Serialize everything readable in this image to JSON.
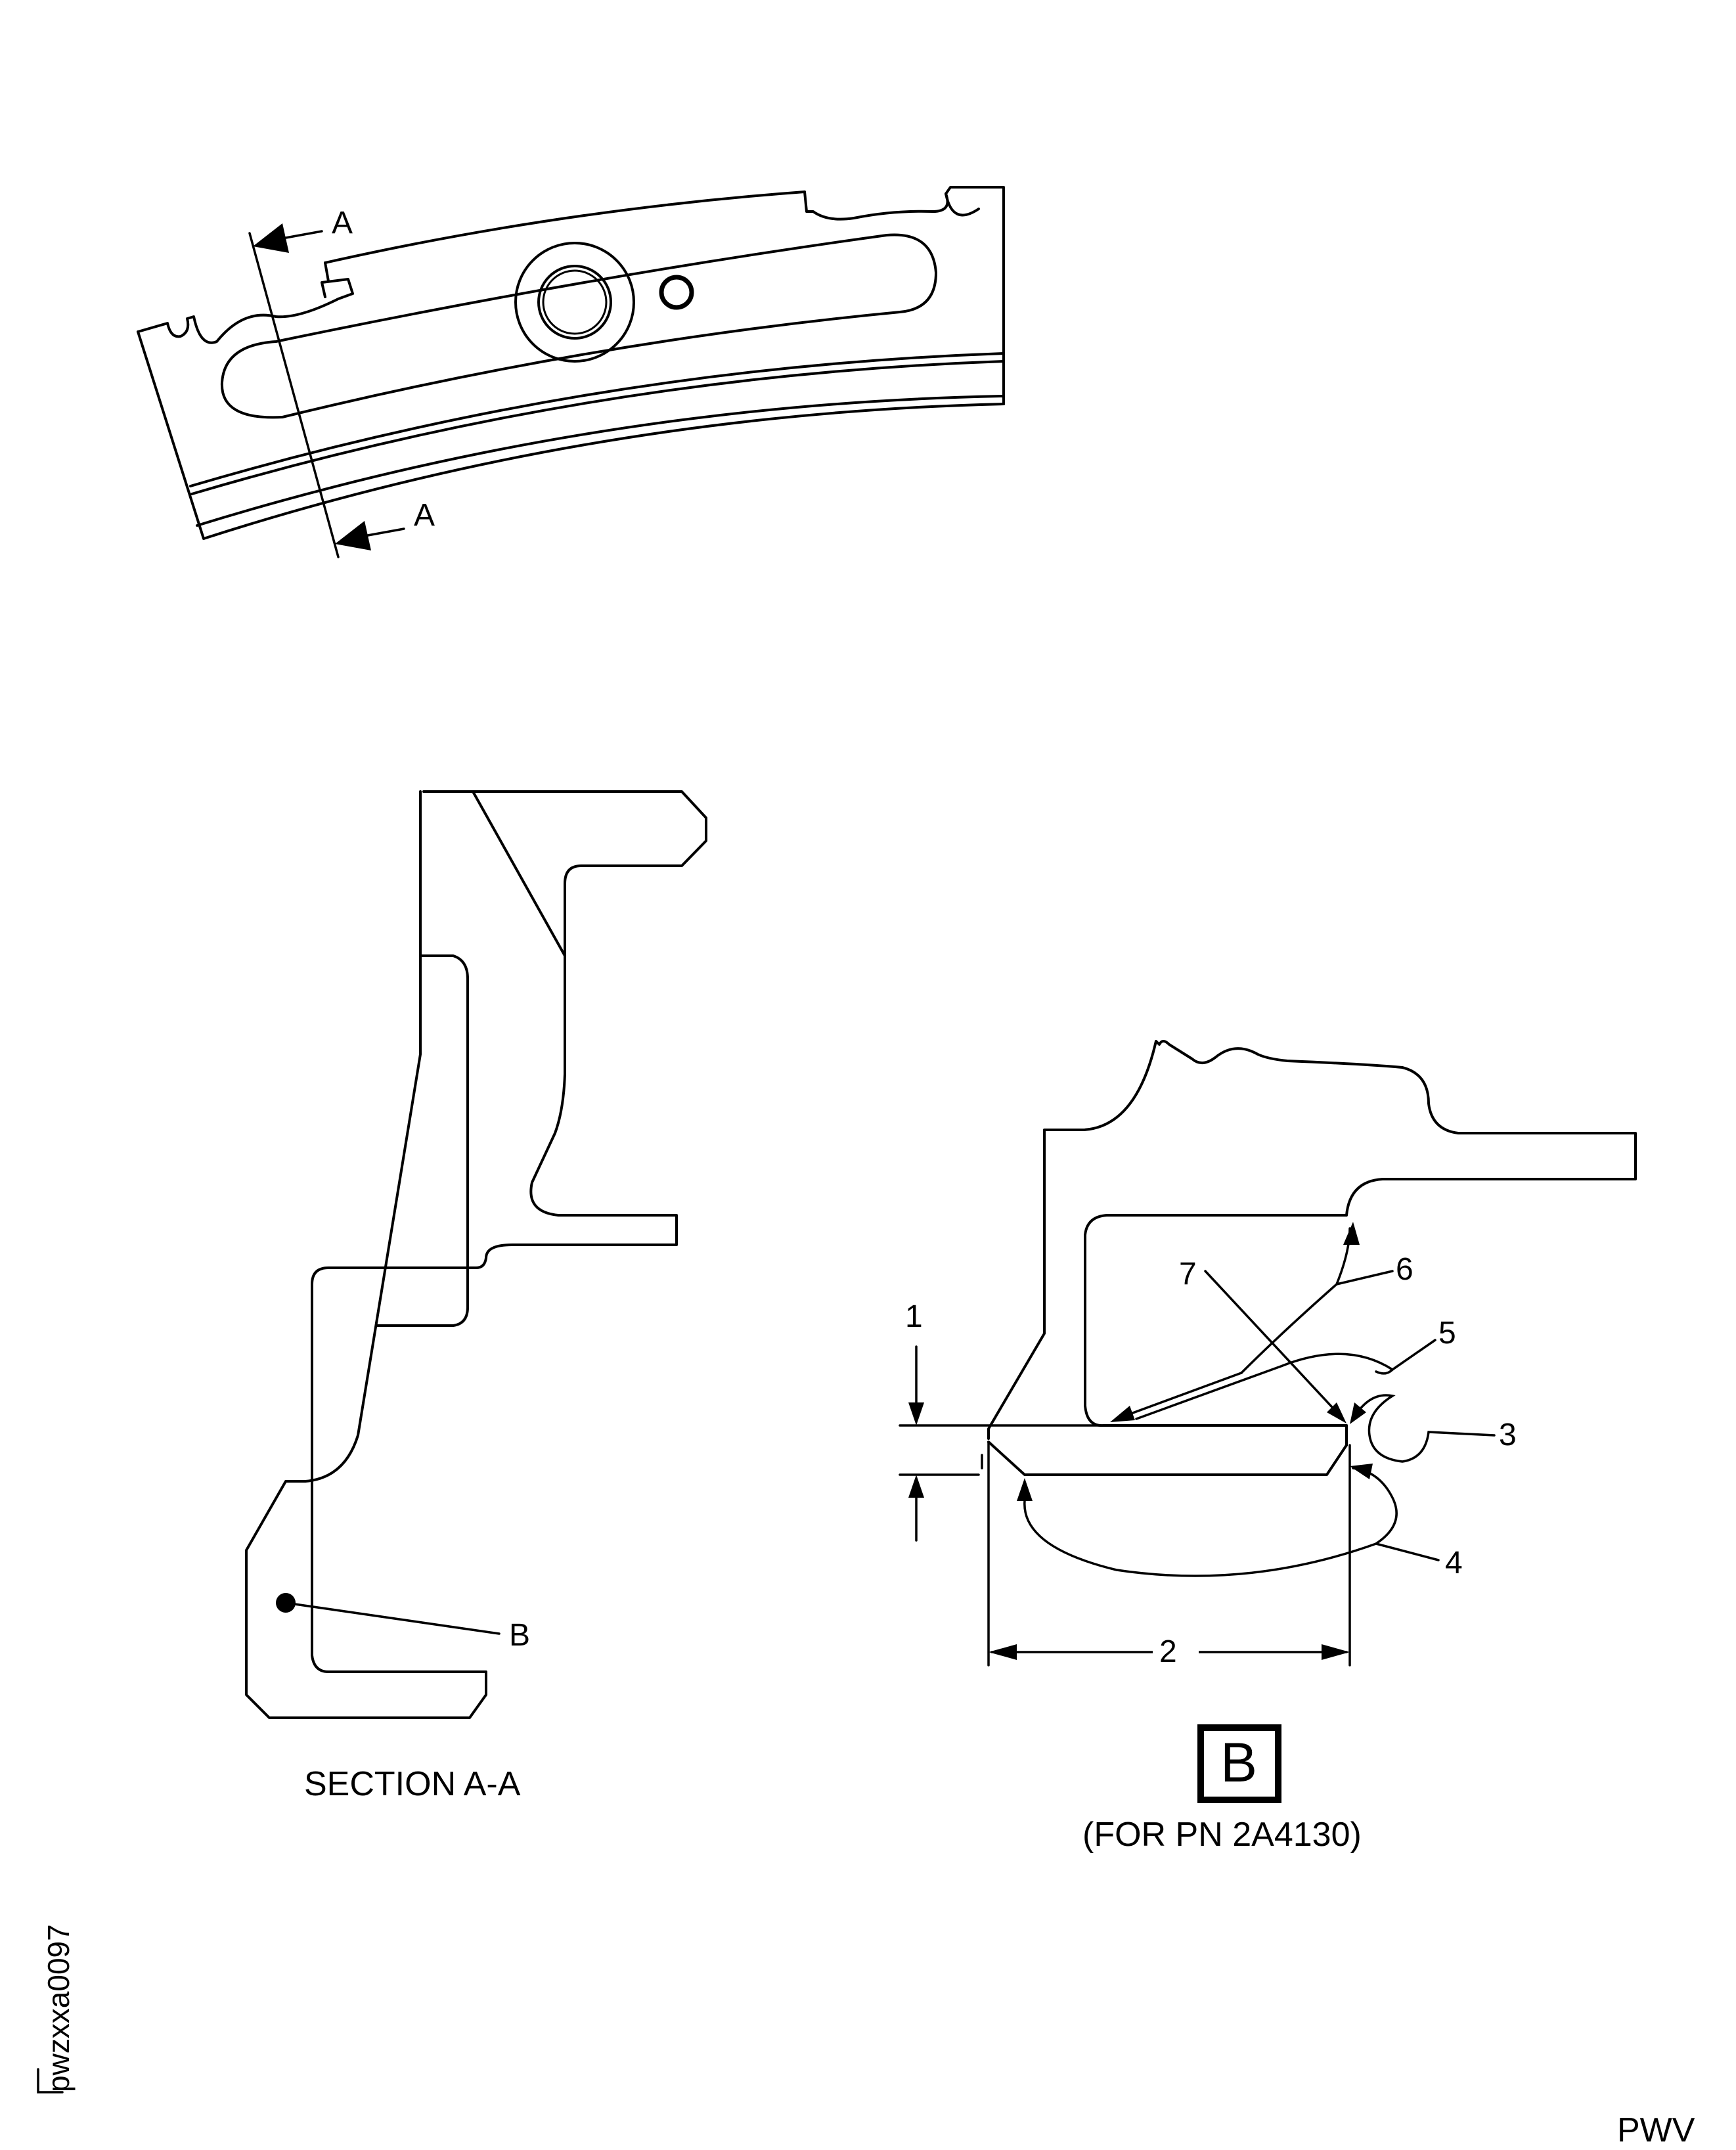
{
  "view_labels": {
    "section_arrow_top": "A",
    "section_arrow_bottom": "A",
    "detail_ref": "B"
  },
  "section_view": {
    "caption": "SECTION A-A"
  },
  "detail_view": {
    "title": "B",
    "subtitle": "(FOR PN 2A4130)",
    "callouts": [
      "1",
      "2",
      "3",
      "4",
      "5",
      "6",
      "7"
    ]
  },
  "figure_id": "pwzxxa0097",
  "footer_code": "PWV"
}
